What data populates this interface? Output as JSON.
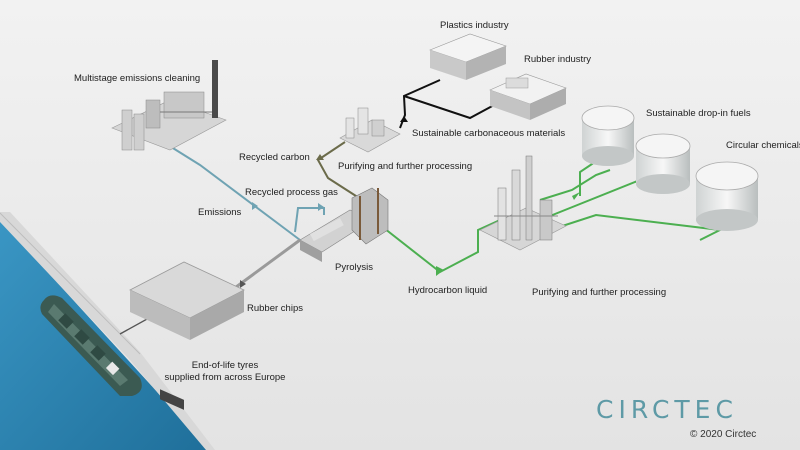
{
  "labels": {
    "plastics_industry": "Plastics industry",
    "rubber_industry": "Rubber industry",
    "multistage": "Multistage emissions cleaning",
    "sustainable_fuels": "Sustainable drop-in fuels",
    "sustainable_materials": "Sustainable carbonaceous materials",
    "circular_chemicals": "Circular chemicals",
    "recycled_carbon": "Recycled carbon",
    "purifying_1": "Purifying and further processing",
    "recycled_gas": "Recycled process gas",
    "emissions": "Emissions",
    "pyrolysis": "Pyrolysis",
    "hydrocarbon": "Hydrocarbon liquid",
    "purifying_2": "Purifying and further processing",
    "rubber_chips": "Rubber chips",
    "end_of_life_line1": "End-of-life tyres",
    "end_of_life_line2": "supplied from across Europe"
  },
  "brand": {
    "logo": "CIRCTEC",
    "copyright": "© 2020 Circtec"
  },
  "colors": {
    "emissions_flow": "#6fa3b3",
    "carbon_flow": "#6b6b4a",
    "hydrocarbon_flow": "#4caf50",
    "materials_flow": "#111111",
    "water": "#2e86b3",
    "logo": "#5e9aa6"
  }
}
